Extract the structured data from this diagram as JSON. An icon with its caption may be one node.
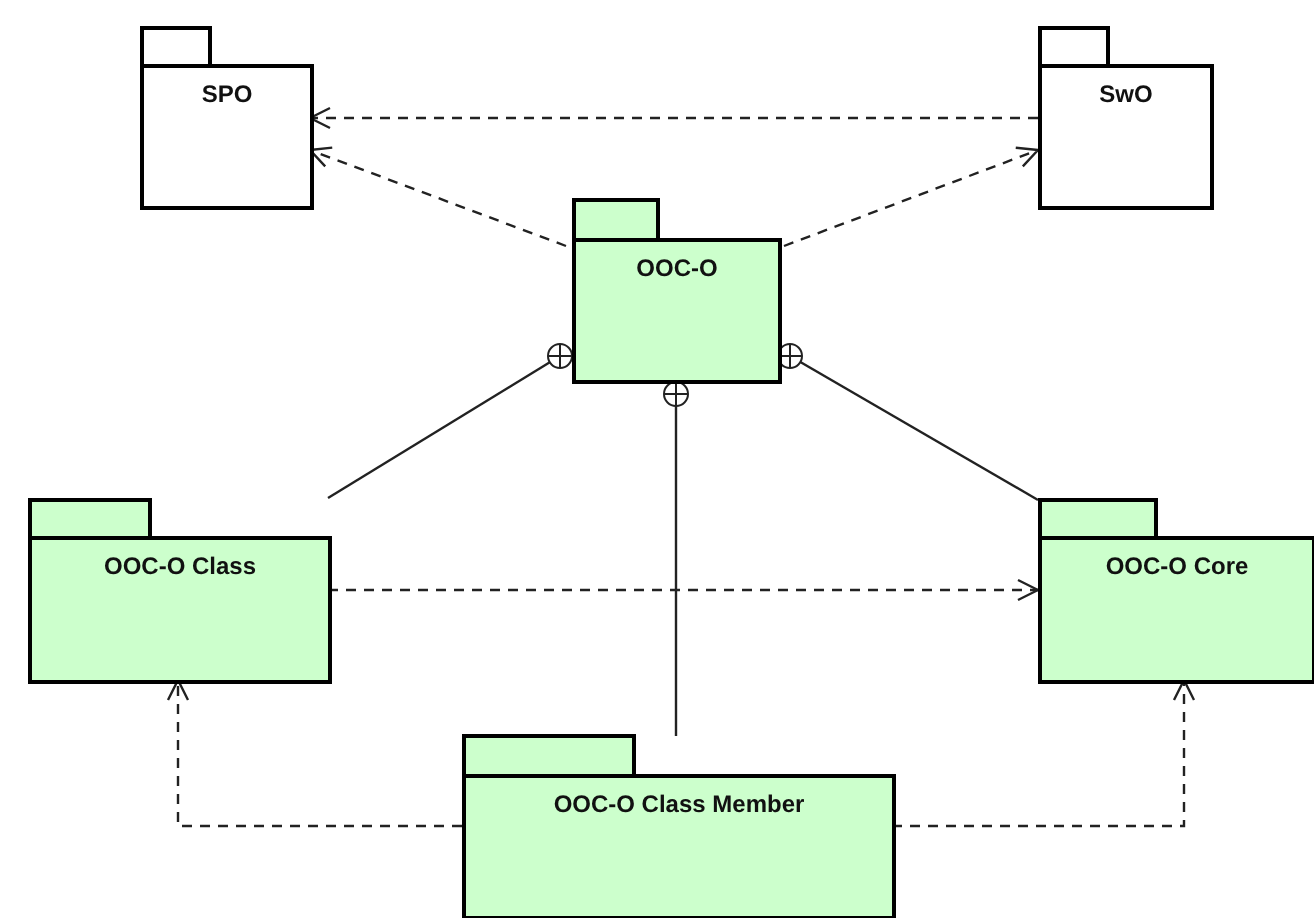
{
  "diagram": {
    "nodes": [
      {
        "text": [
          "SPO"
        ]
      },
      {
        "text": [
          "SwO"
        ]
      },
      {
        "text": [
          "OOC-O"
        ]
      },
      {
        "text": [
          "OOC-O Class"
        ]
      },
      {
        "text": [
          "OOC-O Core"
        ]
      },
      {
        "text": [
          "OOC-O Class Member"
        ]
      }
    ],
    "edges": [
      {
        "from": 1,
        "to": 0,
        "arrow": "to",
        "style": "dashed"
      },
      {
        "from": 2,
        "to": 0,
        "arrow": "to",
        "style": "dashed"
      },
      {
        "from": 2,
        "to": 1,
        "arrow": "to",
        "style": "dashed"
      },
      {
        "from": 2,
        "to": 3,
        "arrow": "other"
      },
      {
        "from": 2,
        "to": 4,
        "arrow": "other"
      },
      {
        "from": 2,
        "to": 5,
        "arrow": "other"
      },
      {
        "from": 3,
        "to": 4,
        "arrow": "to",
        "style": "dashed"
      },
      {
        "from": 5,
        "to": 3,
        "arrow": "to",
        "style": "dashed"
      },
      {
        "from": 5,
        "to": 4,
        "arrow": "to",
        "style": "dashed"
      }
    ]
  }
}
